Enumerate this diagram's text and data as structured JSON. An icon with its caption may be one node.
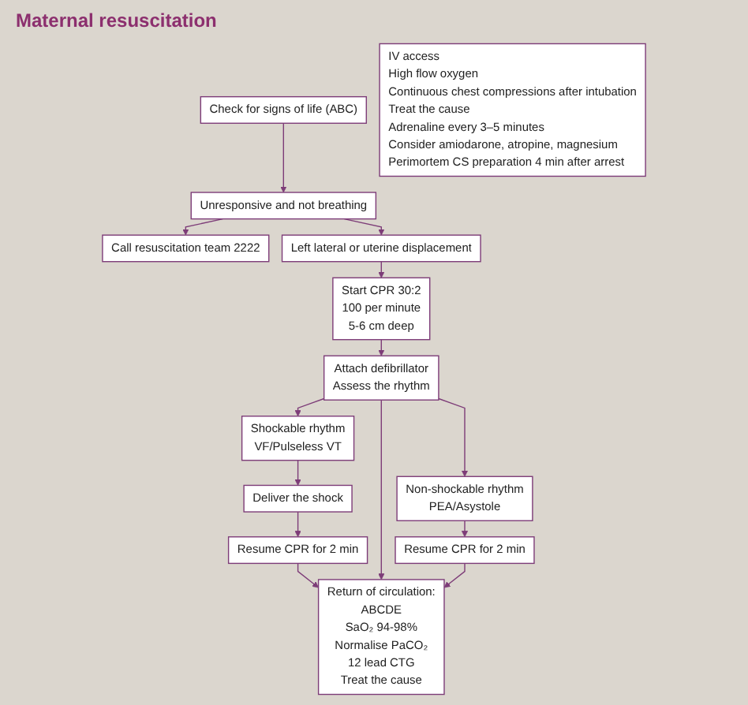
{
  "diagram": {
    "title": "Maternal resuscitation",
    "nodes": [
      {
        "text": [
          "Check for signs of life (ABC)"
        ]
      },
      {
        "text": [
          "Unresponsive and not breathing"
        ]
      },
      {
        "text": [
          "Call resuscitation team 2222"
        ]
      },
      {
        "text": [
          "Left lateral or uterine displacement"
        ]
      },
      {
        "text": [
          "Start CPR 30:2",
          "100 per minute",
          "5-6 cm deep"
        ]
      },
      {
        "text": [
          "IV access",
          "High flow oxygen",
          "Continuous chest compressions after intubation",
          "Treat the cause",
          "Adrenaline every 3–5 minutes",
          "Consider amiodarone, atropine, magnesium",
          "Perimortem CS preparation 4 min after arrest"
        ]
      },
      {
        "text": [
          "Attach defibrillator",
          "Assess the rhythm"
        ]
      },
      {
        "text": [
          "Shockable rhythm",
          "VF/Pulseless VT"
        ]
      },
      {
        "text": [
          "Non-shockable rhythm",
          "PEA/Asystole"
        ]
      },
      {
        "text": [
          "Deliver the shock"
        ]
      },
      {
        "text": [
          "Resume CPR for 2 min"
        ]
      },
      {
        "text": [
          "Resume CPR for 2 min"
        ]
      },
      {
        "text": [
          "Return of circulation:",
          "ABCDE",
          "SaO₂ 94-98%",
          "Normalise PaCO₂",
          "12 lead CTG",
          "Treat the cause"
        ]
      }
    ],
    "edges": [
      {
        "from": 0,
        "to": 1,
        "arrow": "to"
      },
      {
        "from": 1,
        "to": 3,
        "arrow": "to"
      },
      {
        "from": 3,
        "to": 4,
        "arrow": "to"
      },
      {
        "from": 1,
        "to": 2,
        "arrow": "to"
      },
      {
        "from": 4,
        "to": 6,
        "arrow": "to"
      },
      {
        "from": 6,
        "to": 7,
        "arrow": "to"
      },
      {
        "from": 6,
        "to": 8,
        "arrow": "to"
      },
      {
        "from": 7,
        "to": 9,
        "arrow": "to"
      },
      {
        "from": 9,
        "to": 10,
        "arrow": "to"
      },
      {
        "from": 8,
        "to": 11,
        "arrow": "to"
      },
      {
        "from": 10,
        "to": 12,
        "arrow": "to"
      },
      {
        "from": 6,
        "to": 12,
        "arrow": "to"
      },
      {
        "from": 11,
        "to": 12,
        "arrow": "to"
      }
    ]
  }
}
